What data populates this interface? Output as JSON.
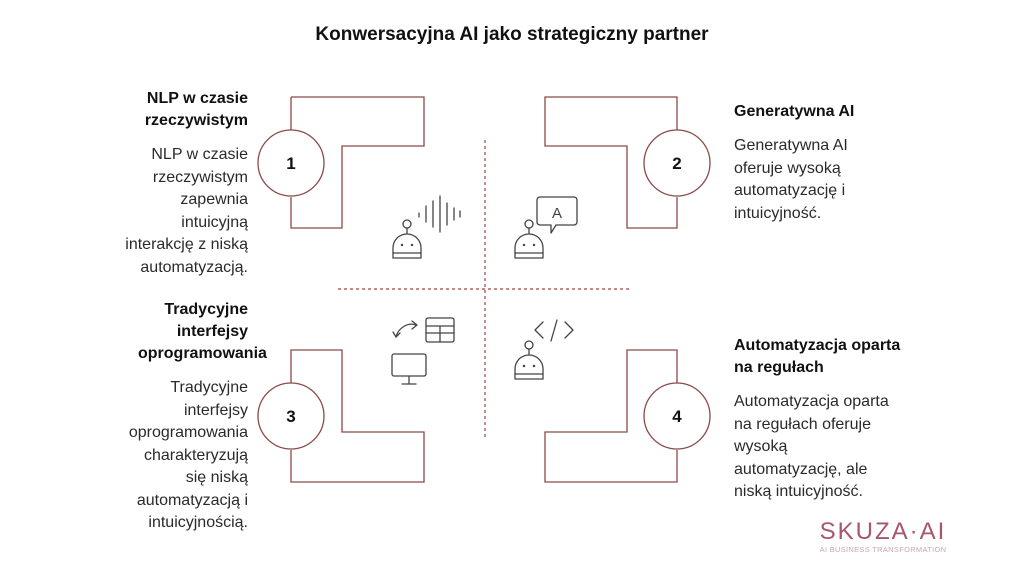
{
  "title": "Konwersacyjna AI jako strategiczny partner",
  "colors": {
    "frame_stroke": "#8a4a48",
    "divider_stroke": "#a0443f",
    "icon_stroke": "#444444",
    "logo": "#a8566a"
  },
  "quadrants": [
    {
      "number": "1",
      "heading": "NLP w czasie rzeczywistym",
      "description": "NLP w czasie rzeczywistym zapewnia intuicyjną interakcję z niską automatyzacją.",
      "icon": "robot-soundwave-icon"
    },
    {
      "number": "2",
      "heading": "Generatywna AI",
      "description": "Generatywna AI oferuje wysoką automatyzację i intuicyjność.",
      "icon": "robot-speech-bubble-icon"
    },
    {
      "number": "3",
      "heading": "Tradycyjne interfejsy oprogramowania",
      "description": "Tradycyjne interfejsy oprogramowania charakteryzują się niską automatyzacją i intuicyjnością.",
      "icon": "monitor-table-arrows-icon"
    },
    {
      "number": "4",
      "heading": "Automatyzacja oparta na regułach",
      "description": "Automatyzacja oparta na regułach oferuje wysoką automatyzację, ale niską intuicyjność.",
      "icon": "robot-code-icon"
    }
  ],
  "icon_labels": {
    "speech_letter": "A"
  },
  "logo": {
    "name": "SKUZA·AI",
    "tagline": "AI BUSINESS TRANSFORMATION"
  }
}
